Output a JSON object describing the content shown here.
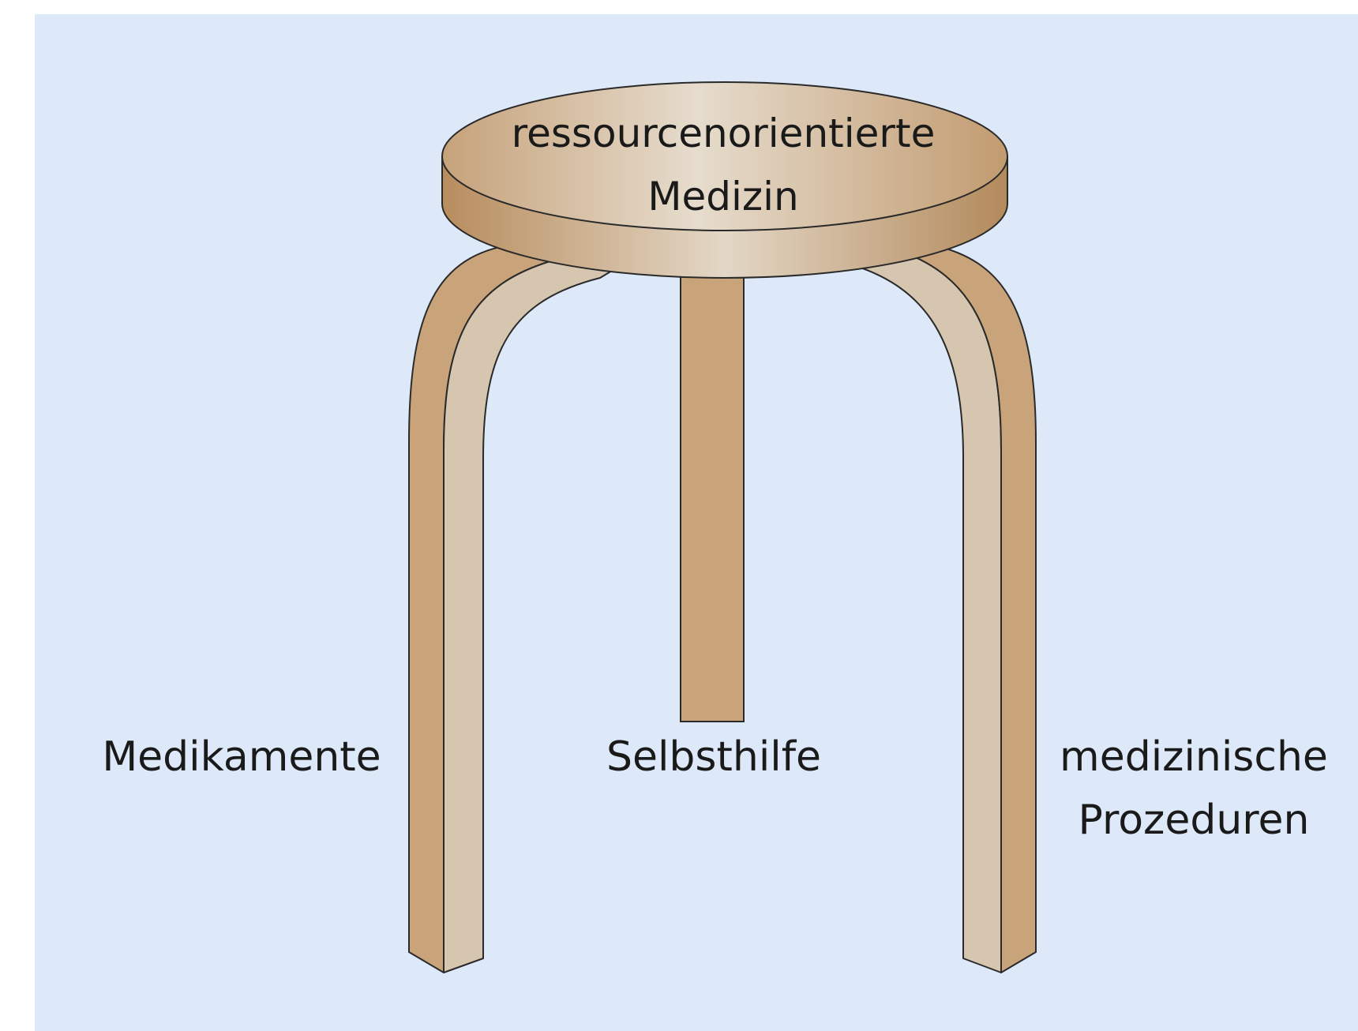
{
  "figure": {
    "background_color": "#dde9f8",
    "page_color": "#ffffff",
    "wood_dark": "#c9a47a",
    "wood_light": "#d6c6b0",
    "outline_color": "#2a2a2a",
    "text_color": "#1a1a1a"
  },
  "seat": {
    "label_line1": "ressourcenorientierte",
    "label_line2": "Medizin"
  },
  "legs": {
    "left_label": "Medikamente",
    "middle_label": "Selbsthilfe",
    "right_label_line1": "medizinische",
    "right_label_line2": "Prozeduren"
  }
}
